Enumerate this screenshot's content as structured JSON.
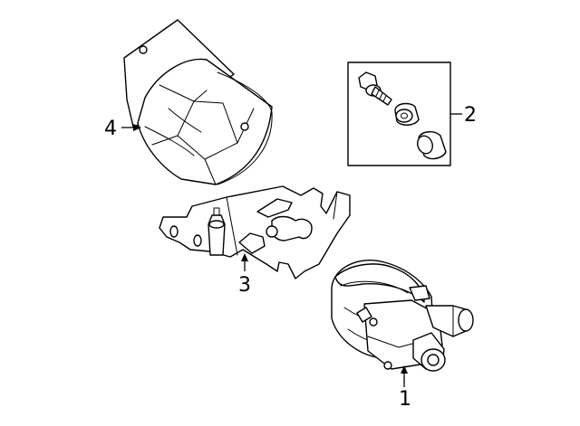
{
  "callouts": [
    {
      "id": "1",
      "label": "1",
      "part": "water-pump"
    },
    {
      "id": "2",
      "label": "2",
      "part": "bolt-kit"
    },
    {
      "id": "3",
      "label": "3",
      "part": "mounting-bracket"
    },
    {
      "id": "4",
      "label": "4",
      "part": "insulator-cover"
    }
  ],
  "colors": {
    "line": "#000000",
    "background": "#ffffff"
  }
}
